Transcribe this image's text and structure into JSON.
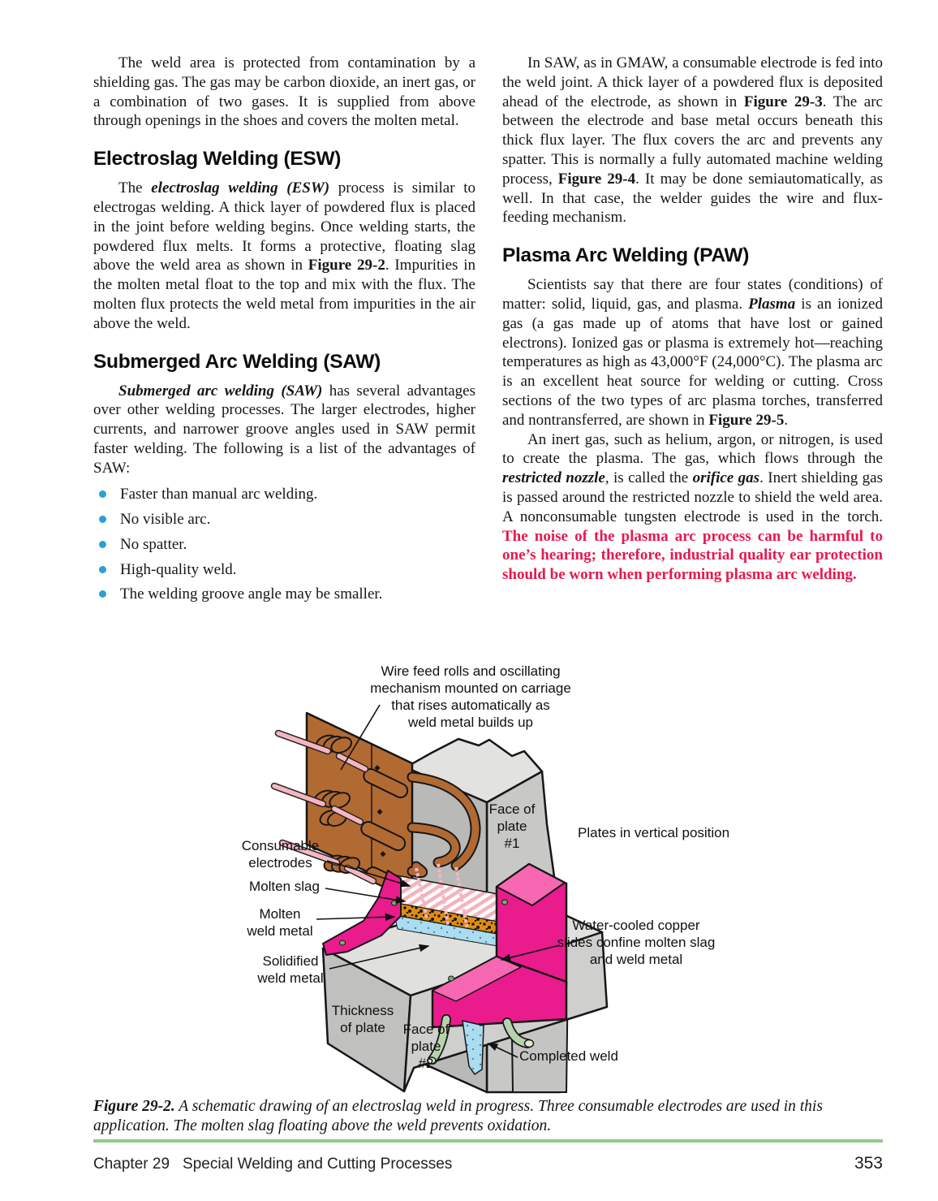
{
  "colors": {
    "warning_text_red": "#e5194f",
    "bullet_blue": "#2aa1d4",
    "rule_green": "#96c98e",
    "copper_brown": "#b26a33",
    "slide_magenta": "#ea1b8c",
    "slide_magenta_light": "#f767b2",
    "plate_gray_light": "#e2e2e0",
    "plate_gray_mid": "#c8c8c6",
    "plate_gray_dark": "#b9b9b7",
    "weld_blue": "#aadcf2",
    "hose_green": "#b7d3ac",
    "molten_orange": "#df8d10",
    "wire_pink": "#f5b6c2",
    "screw_green": "#72b263"
  },
  "columns": {
    "left": {
      "intro": [
        {
          "s": "n",
          "t": "The weld area is protected from contamination by a shielding gas. The gas may be carbon dioxide, an inert gas, or a combination of two gases. It is supplied from above through openings in the shoes and covers the molten metal."
        }
      ],
      "sections": [
        {
          "heading": "Electroslag Welding (ESW)",
          "body": [
            {
              "s": "n",
              "t": "The "
            },
            {
              "s": "bi",
              "t": "electroslag welding (ESW)"
            },
            {
              "s": "n",
              "t": " process is similar to electrogas welding. A thick layer of powdered flux is placed in the joint before welding begins. Once welding starts, the powdered flux melts. It forms a protective, floating slag above the weld area as shown in "
            },
            {
              "s": "b",
              "t": "Figure 29-2"
            },
            {
              "s": "n",
              "t": ". Impurities in the molten metal float to the top and mix with the flux. The molten flux protects the weld metal from impurities in the air above the weld."
            }
          ]
        },
        {
          "heading": "Submerged Arc Welding (SAW)",
          "body": [
            {
              "s": "bi",
              "t": "Submerged arc welding (SAW)"
            },
            {
              "s": "n",
              "t": " has several advantages over other welding processes. The larger electrodes, higher currents, and narrower groove angles used in SAW permit faster welding. The following is a list of the advantages of SAW:"
            }
          ],
          "bullets": [
            "Faster than manual arc welding.",
            "No visible arc.",
            "No spatter.",
            "High-quality weld.",
            "The welding groove angle may be smaller."
          ]
        }
      ]
    },
    "right": {
      "lead": [
        {
          "s": "n",
          "t": "In SAW, as in GMAW, a consumable electrode is fed into the weld joint. A thick layer of a powdered flux is deposited ahead of the electrode, as shown in "
        },
        {
          "s": "b",
          "t": "Figure 29-3"
        },
        {
          "s": "n",
          "t": ". The arc between the electrode and base metal occurs beneath this thick flux layer. The flux covers the arc and prevents any spatter. This is normally a fully automated machine welding process, "
        },
        {
          "s": "b",
          "t": "Figure 29-4"
        },
        {
          "s": "n",
          "t": ". It may be done semiautomatically, as well. In that case, the welder guides the wire and flux-feeding mechanism."
        }
      ],
      "sections": [
        {
          "heading": "Plasma Arc Welding (PAW)",
          "body": [
            {
              "s": "n",
              "t": "Scientists say that there are four states (conditions) of matter: solid, liquid, gas, and plasma. "
            },
            {
              "s": "bi",
              "t": "Plasma"
            },
            {
              "s": "n",
              "t": " is an ionized gas (a gas made up of atoms that have lost or gained electrons). Ionized gas or plasma is extremely hot—reaching temperatures as high as 43,000°F (24,000°C). The plasma arc is an excellent heat source for welding or cutting. Cross sections of the two types of arc plasma torches, transferred and nontransferred, are shown in "
            },
            {
              "s": "b",
              "t": "Figure 29-5"
            },
            {
              "s": "n",
              "t": "."
            }
          ],
          "body2": [
            {
              "s": "n",
              "t": "An inert gas, such as helium, argon, or nitrogen, is used to create the plasma. The gas, which flows through the "
            },
            {
              "s": "bi",
              "t": "restricted nozzle"
            },
            {
              "s": "n",
              "t": ", is called the "
            },
            {
              "s": "bi",
              "t": "orifice gas"
            },
            {
              "s": "n",
              "t": ". Inert shielding gas is passed around the restricted nozzle to shield the weld area. A nonconsumable tungsten electrode is used in the torch. "
            },
            {
              "s": "redb",
              "t": "The noise of the plasma arc process can be harmful to one’s hearing; therefore, industrial quality ear protection should be worn when performing plasma arc welding."
            }
          ]
        }
      ]
    }
  },
  "figure": {
    "labels": {
      "wire_feed": {
        "text": "Wire feed rolls and oscillating\nmechanism mounted on carriage\nthat rises automatically as\nweld metal builds up"
      },
      "consumable": {
        "text": "Consumable\nelectrodes"
      },
      "molten_slag": {
        "text": "Molten slag"
      },
      "molten_weld": {
        "text": "Molten\nweld metal"
      },
      "solidified": {
        "text": "Solidified\nweld metal"
      },
      "face_plate_1": {
        "text": "Face of\nplate\n#1"
      },
      "plates_vertical": {
        "text": "Plates in vertical position"
      },
      "water_cooled": {
        "text": "Water-cooled copper\nslides confine molten slag\nand weld metal"
      },
      "thickness": {
        "text": "Thickness\nof plate"
      },
      "face_plate_2": {
        "text": "Face of\nplate\n#2"
      },
      "completed_weld": {
        "text": "Completed weld"
      }
    },
    "caption": [
      {
        "s": "capb",
        "t": "Figure 29-2."
      },
      {
        "s": "cap",
        "t": " A schematic drawing of an electroslag weld in progress. Three consumable electrodes are used in this application. The molten slag floating above the weld prevents oxidation."
      }
    ]
  },
  "footer": {
    "chapter": "Chapter 29",
    "title": "Special Welding and Cutting Processes",
    "page_number": "353"
  }
}
